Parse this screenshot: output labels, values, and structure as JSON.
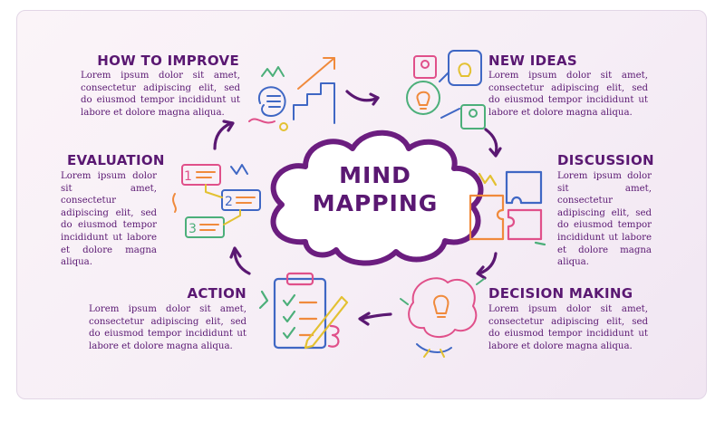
{
  "center": {
    "line1": "MIND",
    "line2": "MAPPING"
  },
  "nodes": [
    {
      "title": "HOW TO IMPROVE",
      "text": "Lorem ipsum dolor sit amet, consectetur adipiscing elit, sed do eiusmod tempor incididunt ut labore et dolore magna aliqua."
    },
    {
      "title": "NEW IDEAS",
      "text": "Lorem ipsum dolor sit amet, consectetur adipiscing elit, sed do eiusmod tempor incididunt ut labore et dolore magna aliqua."
    },
    {
      "title": "DISCUSSION",
      "text": "Lorem ipsum dolor sit amet, consectetur adipiscing elit, sed do eiusmod tempor incididunt ut labore et dolore magna aliqua."
    },
    {
      "title": "DECISION MAKING",
      "text": "Lorem ipsum dolor sit amet, consectetur adipiscing elit, sed do eiusmod tempor incididunt ut labore et dolore magna aliqua."
    },
    {
      "title": "ACTION",
      "text": "Lorem ipsum dolor sit amet, consectetur adipiscing elit, sed do eiusmod tempor incididunt ut labore et dolore magna aliqua."
    },
    {
      "title": "EVALUATION",
      "text": "Lorem ipsum dolor sit amet, consectetur adipiscing elit, sed do eiusmod tempor incididunt ut labore et dolore magna aliqua."
    }
  ],
  "icons": [
    "growth-chart-icon",
    "lightbulb-ideas-icon",
    "puzzle-icon",
    "brain-lightbulb-icon",
    "clipboard-checklist-icon",
    "numbered-list-icon"
  ],
  "evaluation_numbers": [
    "1",
    "2",
    "3"
  ],
  "colors": {
    "accent": "#5a1872",
    "cloud_stroke": "#6b1d7f",
    "background": "#f7eff6"
  }
}
